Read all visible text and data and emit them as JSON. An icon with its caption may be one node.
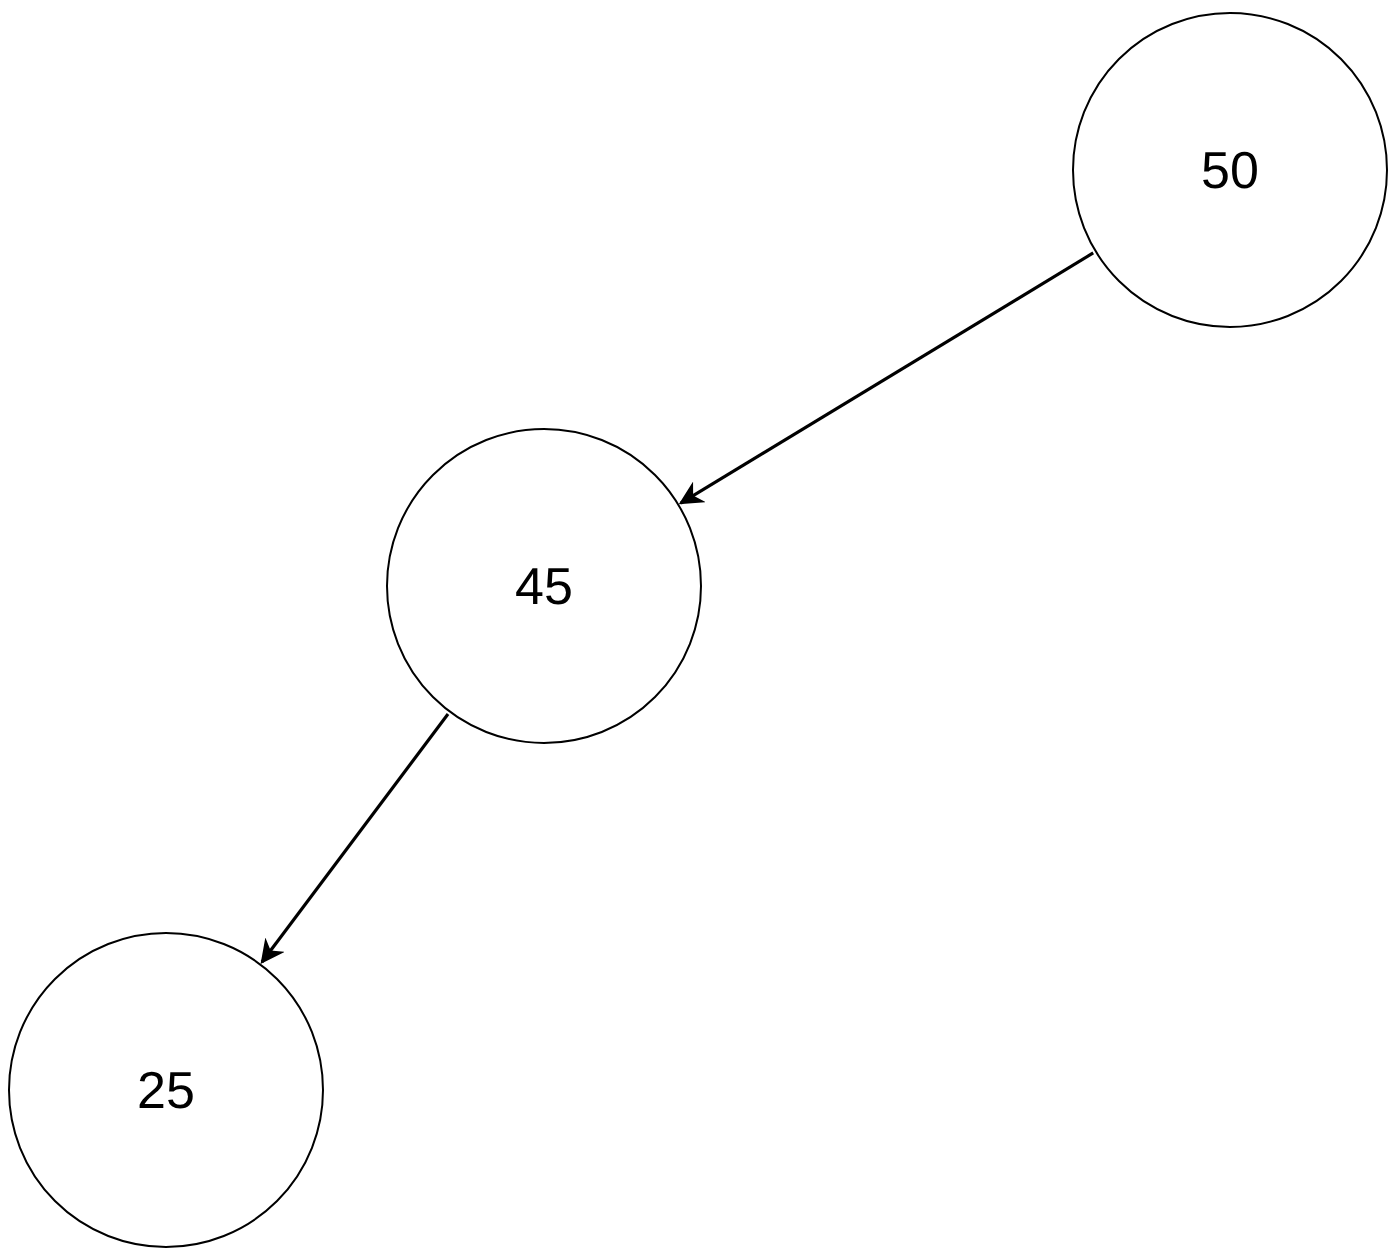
{
  "diagram": {
    "nodes": [
      {
        "text": [
          "50"
        ]
      },
      {
        "text": [
          "45"
        ]
      },
      {
        "text": [
          "25"
        ]
      }
    ],
    "edges": [
      {
        "from": 0,
        "to": 1,
        "arrow": "to"
      },
      {
        "from": 1,
        "to": 2,
        "arrow": "to"
      }
    ]
  }
}
